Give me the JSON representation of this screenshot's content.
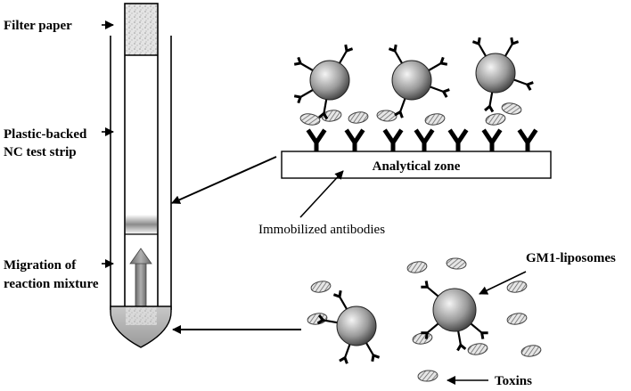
{
  "labels": {
    "filter_paper": "Filter paper",
    "plastic_backed": "Plastic-backed",
    "nc_test_strip": "NC test strip",
    "migration_of": "Migration of",
    "reaction_mixture": "reaction mixture",
    "analytical_zone": "Analytical zone",
    "immobilized_antibodies": "Immobilized antibodies",
    "gm1_liposomes": "GM1-liposomes",
    "toxins": "Toxins"
  },
  "colors": {
    "line": "#000000",
    "stripe": "#888888",
    "liposome_dark": "#3a3a3a",
    "liposome_light": "#f2f2f2",
    "filter_speckle": "#b0b0b0",
    "sample_pad": "#bdbdbd"
  }
}
